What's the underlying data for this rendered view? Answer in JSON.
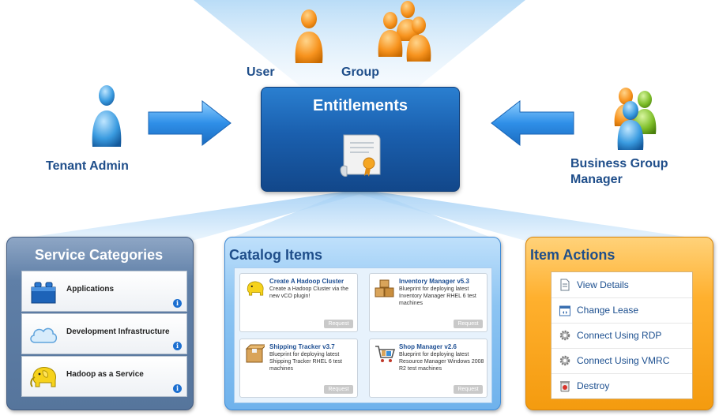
{
  "people": {
    "user_label": "User",
    "group_label": "Group",
    "tenant_admin_label": "Tenant Admin",
    "business_group_manager_line1": "Business Group",
    "business_group_manager_line2": "Manager"
  },
  "entitlements": {
    "title": "Entitlements"
  },
  "service_categories": {
    "title": "Service Categories",
    "items": [
      {
        "label": "Applications",
        "icon": "blocks-icon"
      },
      {
        "label": "Development Infrastructure",
        "icon": "cloud-icon"
      },
      {
        "label": "Hadoop as a Service",
        "icon": "elephant-icon"
      }
    ]
  },
  "catalog_items": {
    "title": "Catalog Items",
    "request_label": "Request",
    "items": [
      {
        "title": "Create A Hadoop Cluster",
        "desc": "Create a Hadoop Cluster via the new vCO plugin!",
        "icon": "elephant-icon"
      },
      {
        "title": "Inventory Manager v5.3",
        "desc": "Blueprint for deploying latest Inventory Manager RHEL 6 test machines",
        "icon": "boxes-icon"
      },
      {
        "title": "Shipping Tracker v3.7",
        "desc": "Blueprint for deploying latest Shipping Tracker RHEL 6 test machines",
        "icon": "box-icon"
      },
      {
        "title": "Shop Manager v2.6",
        "desc": "Blueprint for deploying latest Resource Manager Windows 2008 R2 test machines",
        "icon": "cart-icon"
      }
    ]
  },
  "item_actions": {
    "title": "Item Actions",
    "items": [
      {
        "label": "View Details",
        "icon": "document-icon"
      },
      {
        "label": "Change Lease",
        "icon": "calendar-icon"
      },
      {
        "label": "Connect Using RDP",
        "icon": "gear-icon"
      },
      {
        "label": "Connect Using VMRC",
        "icon": "gear-icon"
      },
      {
        "label": "Destroy",
        "icon": "trash-icon"
      }
    ]
  },
  "colors": {
    "title_blue": "#1f4e8a",
    "entitlements_blue": "#1a5fae",
    "service_panel": "#5f7fa7",
    "catalog_panel": "#8cc4f2",
    "actions_panel": "#ffb02e",
    "arrow_blue": "#2f8fe8"
  }
}
